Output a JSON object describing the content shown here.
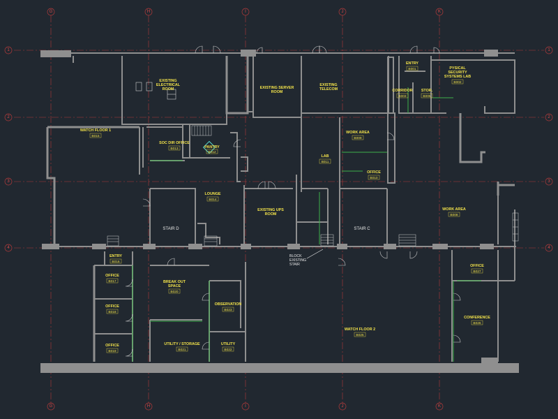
{
  "grid": {
    "columns": [
      "G",
      "H",
      "I",
      "J",
      "K"
    ],
    "rows": [
      "1",
      "2",
      "3",
      "4"
    ]
  },
  "rooms": [
    {
      "id": "r-elec",
      "name": "EXISTING ELECTRICAL ROOM",
      "lines": [
        "EXISTING",
        "ELECTRICAL",
        "ROOM"
      ],
      "number": ""
    },
    {
      "id": "r-server",
      "name": "EXISTING SERVER ROOM",
      "lines": [
        "EXISTING SERVER",
        "ROOM"
      ],
      "number": ""
    },
    {
      "id": "r-telecom",
      "name": "EXISTING TELECOM",
      "lines": [
        "EXISTING",
        "TELECOM"
      ],
      "number": ""
    },
    {
      "id": "r-entry1",
      "name": "ENTRY",
      "lines": [
        "ENTRY"
      ],
      "number": "B001"
    },
    {
      "id": "r-corridor",
      "name": "CORRIDOR",
      "lines": [
        "CORRIDOR"
      ],
      "number": "B003"
    },
    {
      "id": "r-stor",
      "name": "STOR.",
      "lines": [
        "STOR."
      ],
      "number": "B005"
    },
    {
      "id": "r-pslab",
      "name": "PYSICAL SECURITY SYSTEMS LAB",
      "lines": [
        "PYSICAL",
        "SECURITY",
        "SYSTEMS LAB"
      ],
      "number": "B002"
    },
    {
      "id": "r-watch1",
      "name": "WATCH FLOOR 1",
      "lines": [
        "WATCH FLOOR 1"
      ],
      "number": "B015"
    },
    {
      "id": "r-socdir",
      "name": "SOC DIR OFFICE",
      "lines": [
        "SOC DIR OFFICE"
      ],
      "number": "B013"
    },
    {
      "id": "r-pantry",
      "name": "PANTRY",
      "lines": [
        "PANTRY"
      ],
      "number": "B012"
    },
    {
      "id": "r-lounge",
      "name": "LOUNGE",
      "lines": [
        "LOUNGE"
      ],
      "number": "B014"
    },
    {
      "id": "r-work1",
      "name": "WORK AREA",
      "lines": [
        "WORK AREA"
      ],
      "number": "B009"
    },
    {
      "id": "r-lab",
      "name": "LAB",
      "lines": [
        "LAB"
      ],
      "number": "B011"
    },
    {
      "id": "r-office10",
      "name": "OFFICE",
      "lines": [
        "OFFICE"
      ],
      "number": "B010"
    },
    {
      "id": "r-ups",
      "name": "EXISTING UPS ROOM",
      "lines": [
        "EXISTING UPS",
        "ROOM"
      ],
      "number": ""
    },
    {
      "id": "r-work2",
      "name": "WORK AREA",
      "lines": [
        "WORK AREA"
      ],
      "number": "B008"
    },
    {
      "id": "r-entry2",
      "name": "ENTRY",
      "lines": [
        "ENTRY"
      ],
      "number": "B016"
    },
    {
      "id": "r-office17",
      "name": "OFFICE",
      "lines": [
        "OFFICE"
      ],
      "number": "B017"
    },
    {
      "id": "r-office18",
      "name": "OFFICE",
      "lines": [
        "OFFICE"
      ],
      "number": "B018"
    },
    {
      "id": "r-office19",
      "name": "OFFICE",
      "lines": [
        "OFFICE"
      ],
      "number": "B019"
    },
    {
      "id": "r-breakout",
      "name": "BREAK OUT SPACE",
      "lines": [
        "BREAK OUT",
        "SPACE"
      ],
      "number": "B020"
    },
    {
      "id": "r-observation",
      "name": "OBSERVATION",
      "lines": [
        "OBSERVATION"
      ],
      "number": "B023"
    },
    {
      "id": "r-utilstor",
      "name": "UTILITY / STORAGE",
      "lines": [
        "UTILITY / STORAGE"
      ],
      "number": "B021"
    },
    {
      "id": "r-utility",
      "name": "UTILITY",
      "lines": [
        "UTILITY"
      ],
      "number": "B022"
    },
    {
      "id": "r-watch2",
      "name": "WATCH FLOOR 2",
      "lines": [
        "WATCH FLOOR 2"
      ],
      "number": "B025"
    },
    {
      "id": "r-office27",
      "name": "OFFICE",
      "lines": [
        "OFFICE"
      ],
      "number": "B027"
    },
    {
      "id": "r-conference",
      "name": "CONFERENCE",
      "lines": [
        "CONFERENCE"
      ],
      "number": "B026"
    }
  ],
  "stairs": [
    {
      "id": "stair-d",
      "label": "STAIR D"
    },
    {
      "id": "stair-c",
      "label": "STAIR C"
    }
  ],
  "notes": [
    {
      "id": "block-stair",
      "lines": [
        "BLOCK",
        "EXISTING",
        "STAIR"
      ]
    }
  ],
  "colors": {
    "background": "#212830",
    "wall": "#8f8f8f",
    "grid": "#b23a3a",
    "room_text": "#f2e24a",
    "partition": "#3db04a"
  }
}
